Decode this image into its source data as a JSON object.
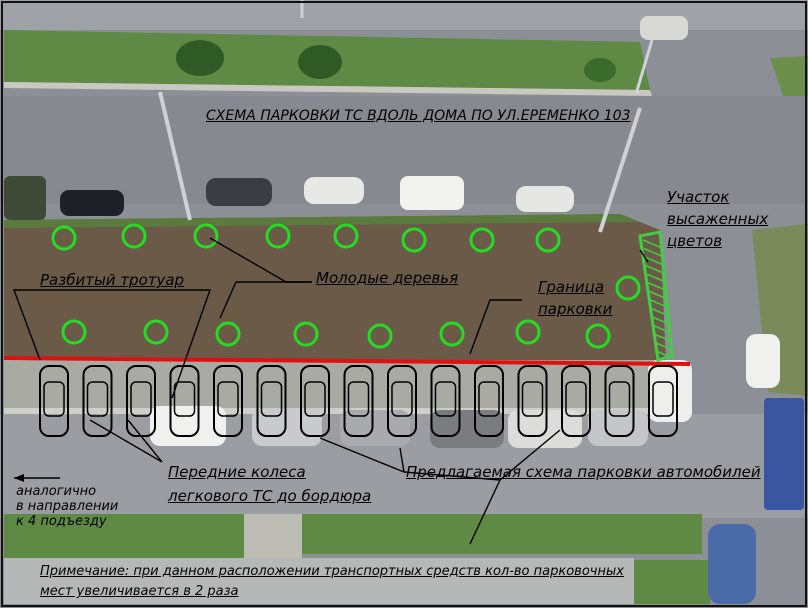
{
  "title": "СХЕМА ПАРКОВКИ ТС ВДОЛЬ ДОМА ПО УЛ.ЕРЕМЕНКО 103",
  "labels": {
    "broken_sidewalk": "Разбитый тротуар",
    "young_trees": "Молодые деревья",
    "planted_flowers": [
      "Участок",
      "высаженных",
      "цветов"
    ],
    "parking_border": [
      "Граница",
      "парковки"
    ],
    "front_wheels": [
      "Передние колеса",
      "легкового ТС до бордюра"
    ],
    "proposed_scheme": "Предлагаемая схема парковки автомобилей",
    "same_direction": [
      "аналогично",
      "в направлении",
      "к 4 подъезду"
    ]
  },
  "note": [
    "Примечание: при данном расположении транспортных средств кол-во парковочных",
    "мест увеличивается в 2 раза"
  ],
  "colors": {
    "tree_marker": "#22dd22",
    "parking_border": "#e01010",
    "flower_bed": "#44cc44",
    "asphalt": "#8c9096",
    "soil": "#6b5a48",
    "grass": "#5f8a46"
  },
  "proposed_spots_count": 15
}
